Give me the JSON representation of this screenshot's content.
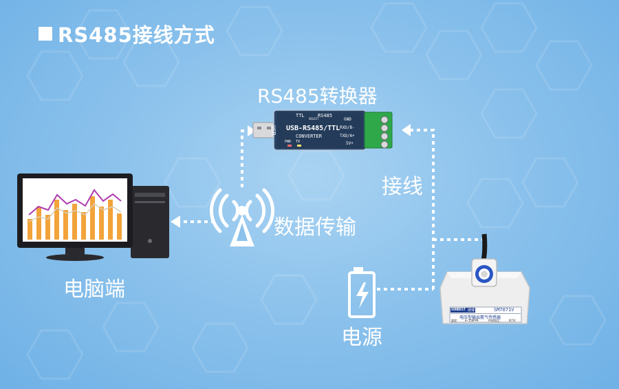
{
  "title": "RS485接线方式",
  "labels": {
    "converter": "RS485转换器",
    "wiring": "接线",
    "data_transfer": "数据传输",
    "pc": "电脑端",
    "power": "电源"
  },
  "converter_device": {
    "main_text": "USB-RS485/TTL",
    "sub_text": "CONVERTER",
    "usb_text": "USB",
    "mode_ttl": "TTL",
    "mode_select": "SELECT",
    "mode_rs485": "RS485",
    "pins": [
      "GND",
      "RXD/B-",
      "TXD/A+",
      "5V+"
    ],
    "leds": [
      "PWR",
      "TX"
    ]
  },
  "sensor_device": {
    "brand": "SONBEST",
    "brand_cn": "搜博",
    "model": "SM7071V",
    "name_cn": "电压型输出氨气传感器",
    "range_label": "量程：",
    "range_value": "0~150PPM",
    "supply_label": "供电电压：",
    "supply_value": "DC5V"
  },
  "colors": {
    "background": "#8cc2ec",
    "line": "#ffffff",
    "terminal_green": "#2fa84a",
    "converter_body": "#243c5a"
  },
  "icons": [
    "computer-icon",
    "signal-tower-icon",
    "battery-icon",
    "usb-converter",
    "sensor-device"
  ]
}
